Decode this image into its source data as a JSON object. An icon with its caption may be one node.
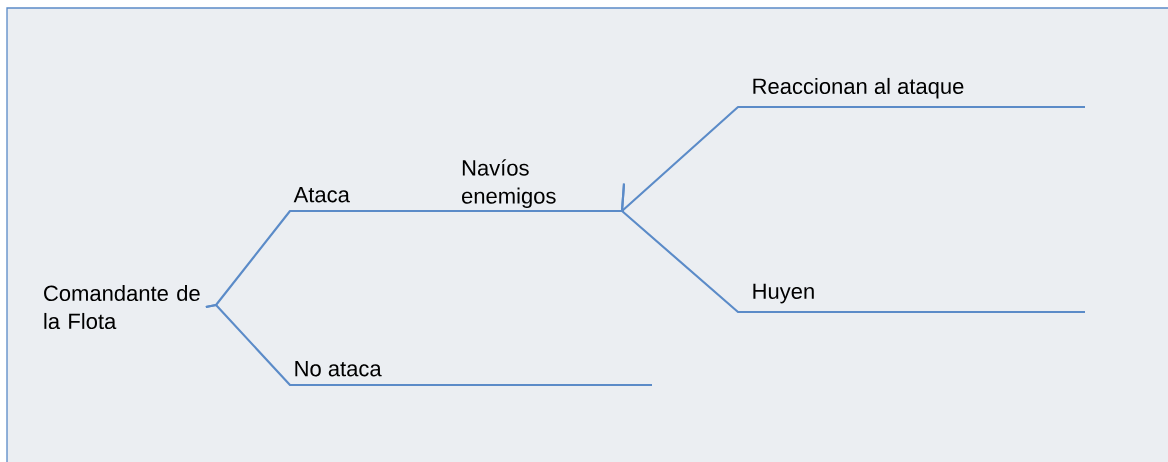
{
  "diagram": {
    "nodes": [
      {
        "text": [
          "Comandante de la Flota"
        ]
      },
      {
        "text": [
          "Navíos enemigos"
        ]
      }
    ],
    "edges": [
      {
        "from": 0,
        "to": 1,
        "arrow": "none",
        "label": "Ataca"
      },
      {
        "from": 0,
        "to": null,
        "arrow": "none",
        "label": "No ataca"
      },
      {
        "from": 1,
        "to": null,
        "arrow": "none",
        "label": "Reaccionan al ataque"
      },
      {
        "from": 1,
        "to": null,
        "arrow": "none",
        "label": "Huyen"
      }
    ]
  }
}
